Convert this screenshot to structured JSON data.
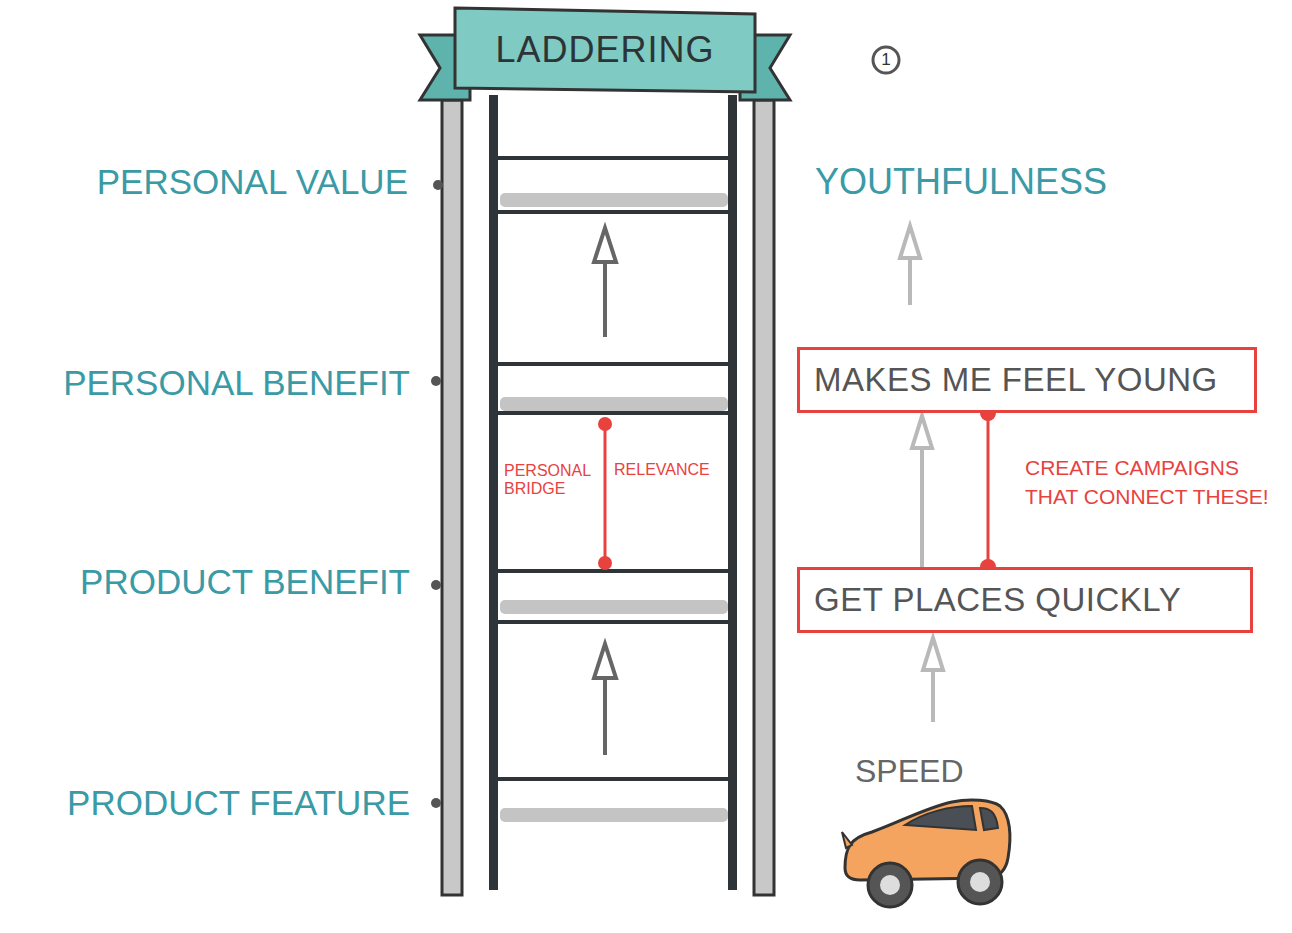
{
  "diagram": {
    "title": "LADDERING",
    "nodes": [
      {
        "text": [
          "MAKES ME FEEL YOUNG"
        ]
      },
      {
        "text": [
          "GET PLACES QUICKLY"
        ]
      }
    ],
    "edges": [
      {
        "from": 1,
        "to": 0,
        "arrow": "to"
      },
      {
        "from": 1,
        "to": 0,
        "arrow": "none",
        "label": "CREATE CAMPAIGNS THAT CONNECT THESE!"
      }
    ],
    "labels": [
      "1",
      "PERSONAL VALUE",
      "PERSONAL BENEFIT",
      "PRODUCT BENEFIT",
      "PRODUCT FEATURE",
      "YOUTHFULNESS",
      "PERSONAL BRIDGE",
      "RELEVANCE",
      "SPEED"
    ]
  }
}
